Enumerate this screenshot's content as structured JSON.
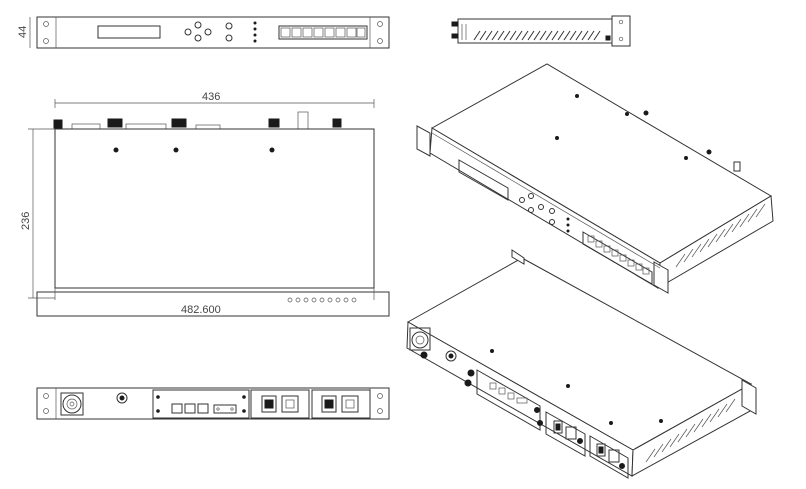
{
  "dimensions": {
    "height": "44",
    "width_top": "436",
    "depth": "236",
    "width_total": "482.600"
  }
}
